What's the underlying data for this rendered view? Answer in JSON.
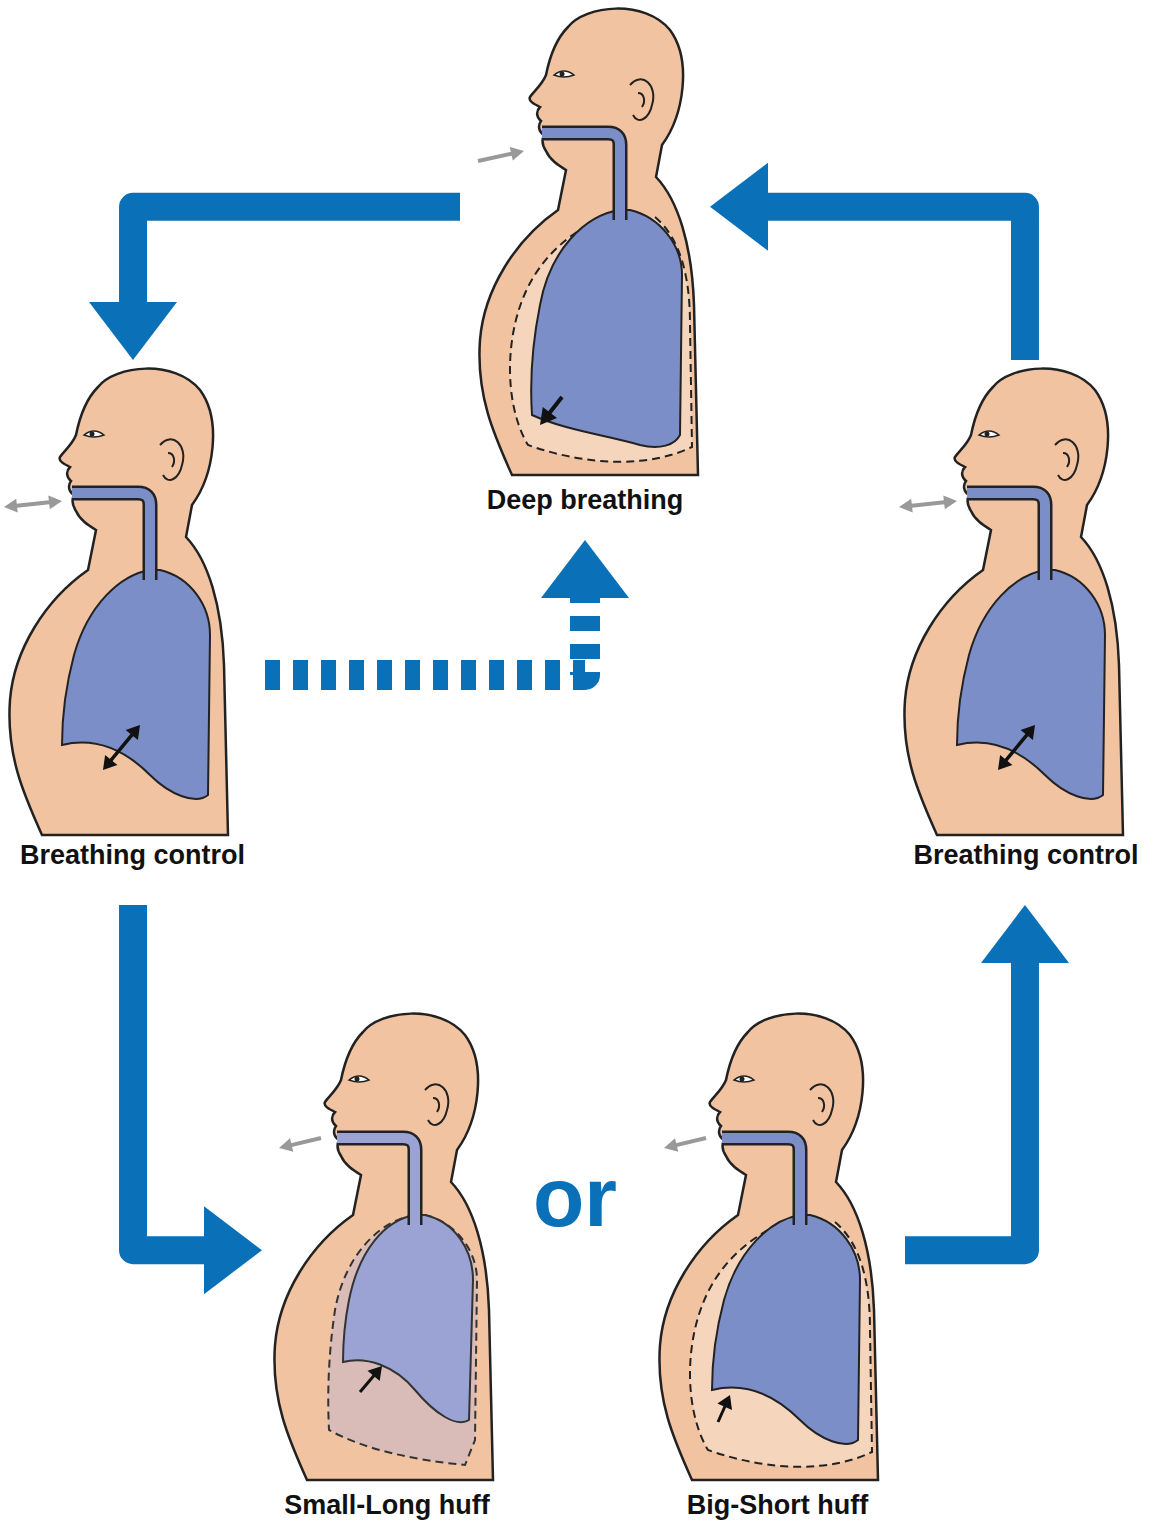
{
  "diagram": {
    "nodes": [
      {
        "text": [
          "Deep breathing"
        ]
      },
      {
        "text": [
          "Breathing control"
        ]
      },
      {
        "text": [
          "Breathing control"
        ]
      },
      {
        "text": [
          "Small-Long huff"
        ]
      },
      {
        "text": [
          "Big-Short huff"
        ]
      }
    ],
    "edges": [
      {
        "from": 0,
        "to": 1,
        "arrow": "to"
      },
      {
        "from": 1,
        "to": 0,
        "arrow": "to"
      },
      {
        "from": 2,
        "to": 0,
        "arrow": "to"
      },
      {
        "from": 1,
        "to": 3,
        "arrow": "to"
      },
      {
        "from": 4,
        "to": 2,
        "arrow": "to"
      }
    ],
    "labels": [
      "or"
    ]
  }
}
